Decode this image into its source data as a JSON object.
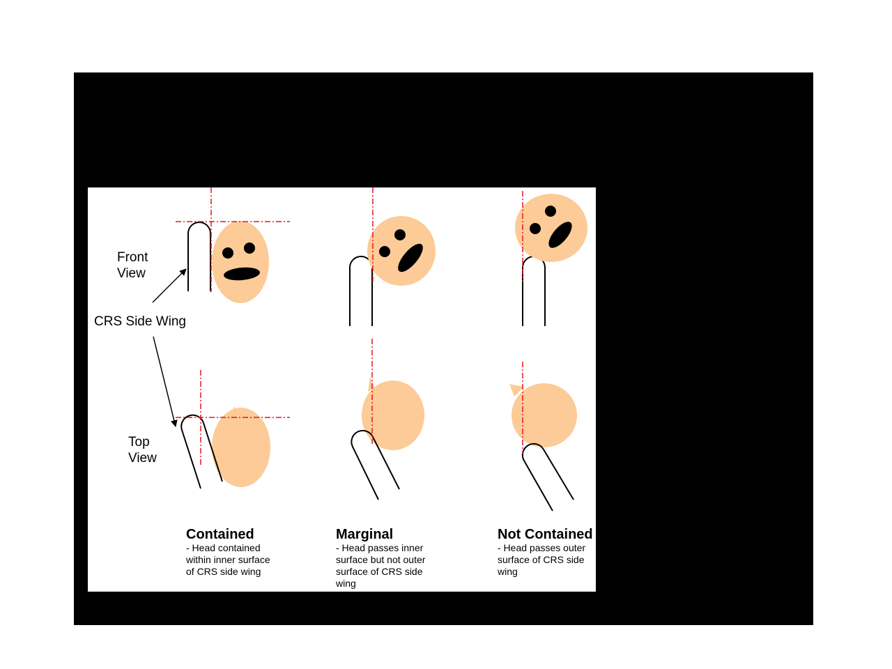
{
  "labels": {
    "front_view": [
      "Front",
      "View"
    ],
    "top_view": [
      "Top",
      "View"
    ],
    "wing": "CRS Side Wing"
  },
  "columns": [
    {
      "title": "Contained",
      "desc": [
        "- Head contained",
        "within inner surface",
        "of CRS side wing"
      ]
    },
    {
      "title": "Marginal",
      "desc": [
        "- Head passes inner",
        "surface but not outer",
        "surface of CRS side",
        "wing"
      ]
    },
    {
      "title": "Not Contained",
      "desc": [
        "- Head passes outer",
        "surface of CRS side",
        "wing"
      ]
    }
  ],
  "colors": {
    "frame": "#000000",
    "panel": "#ffffff",
    "head": "#fccb97",
    "guide": "#e8141e",
    "ink": "#000000"
  }
}
